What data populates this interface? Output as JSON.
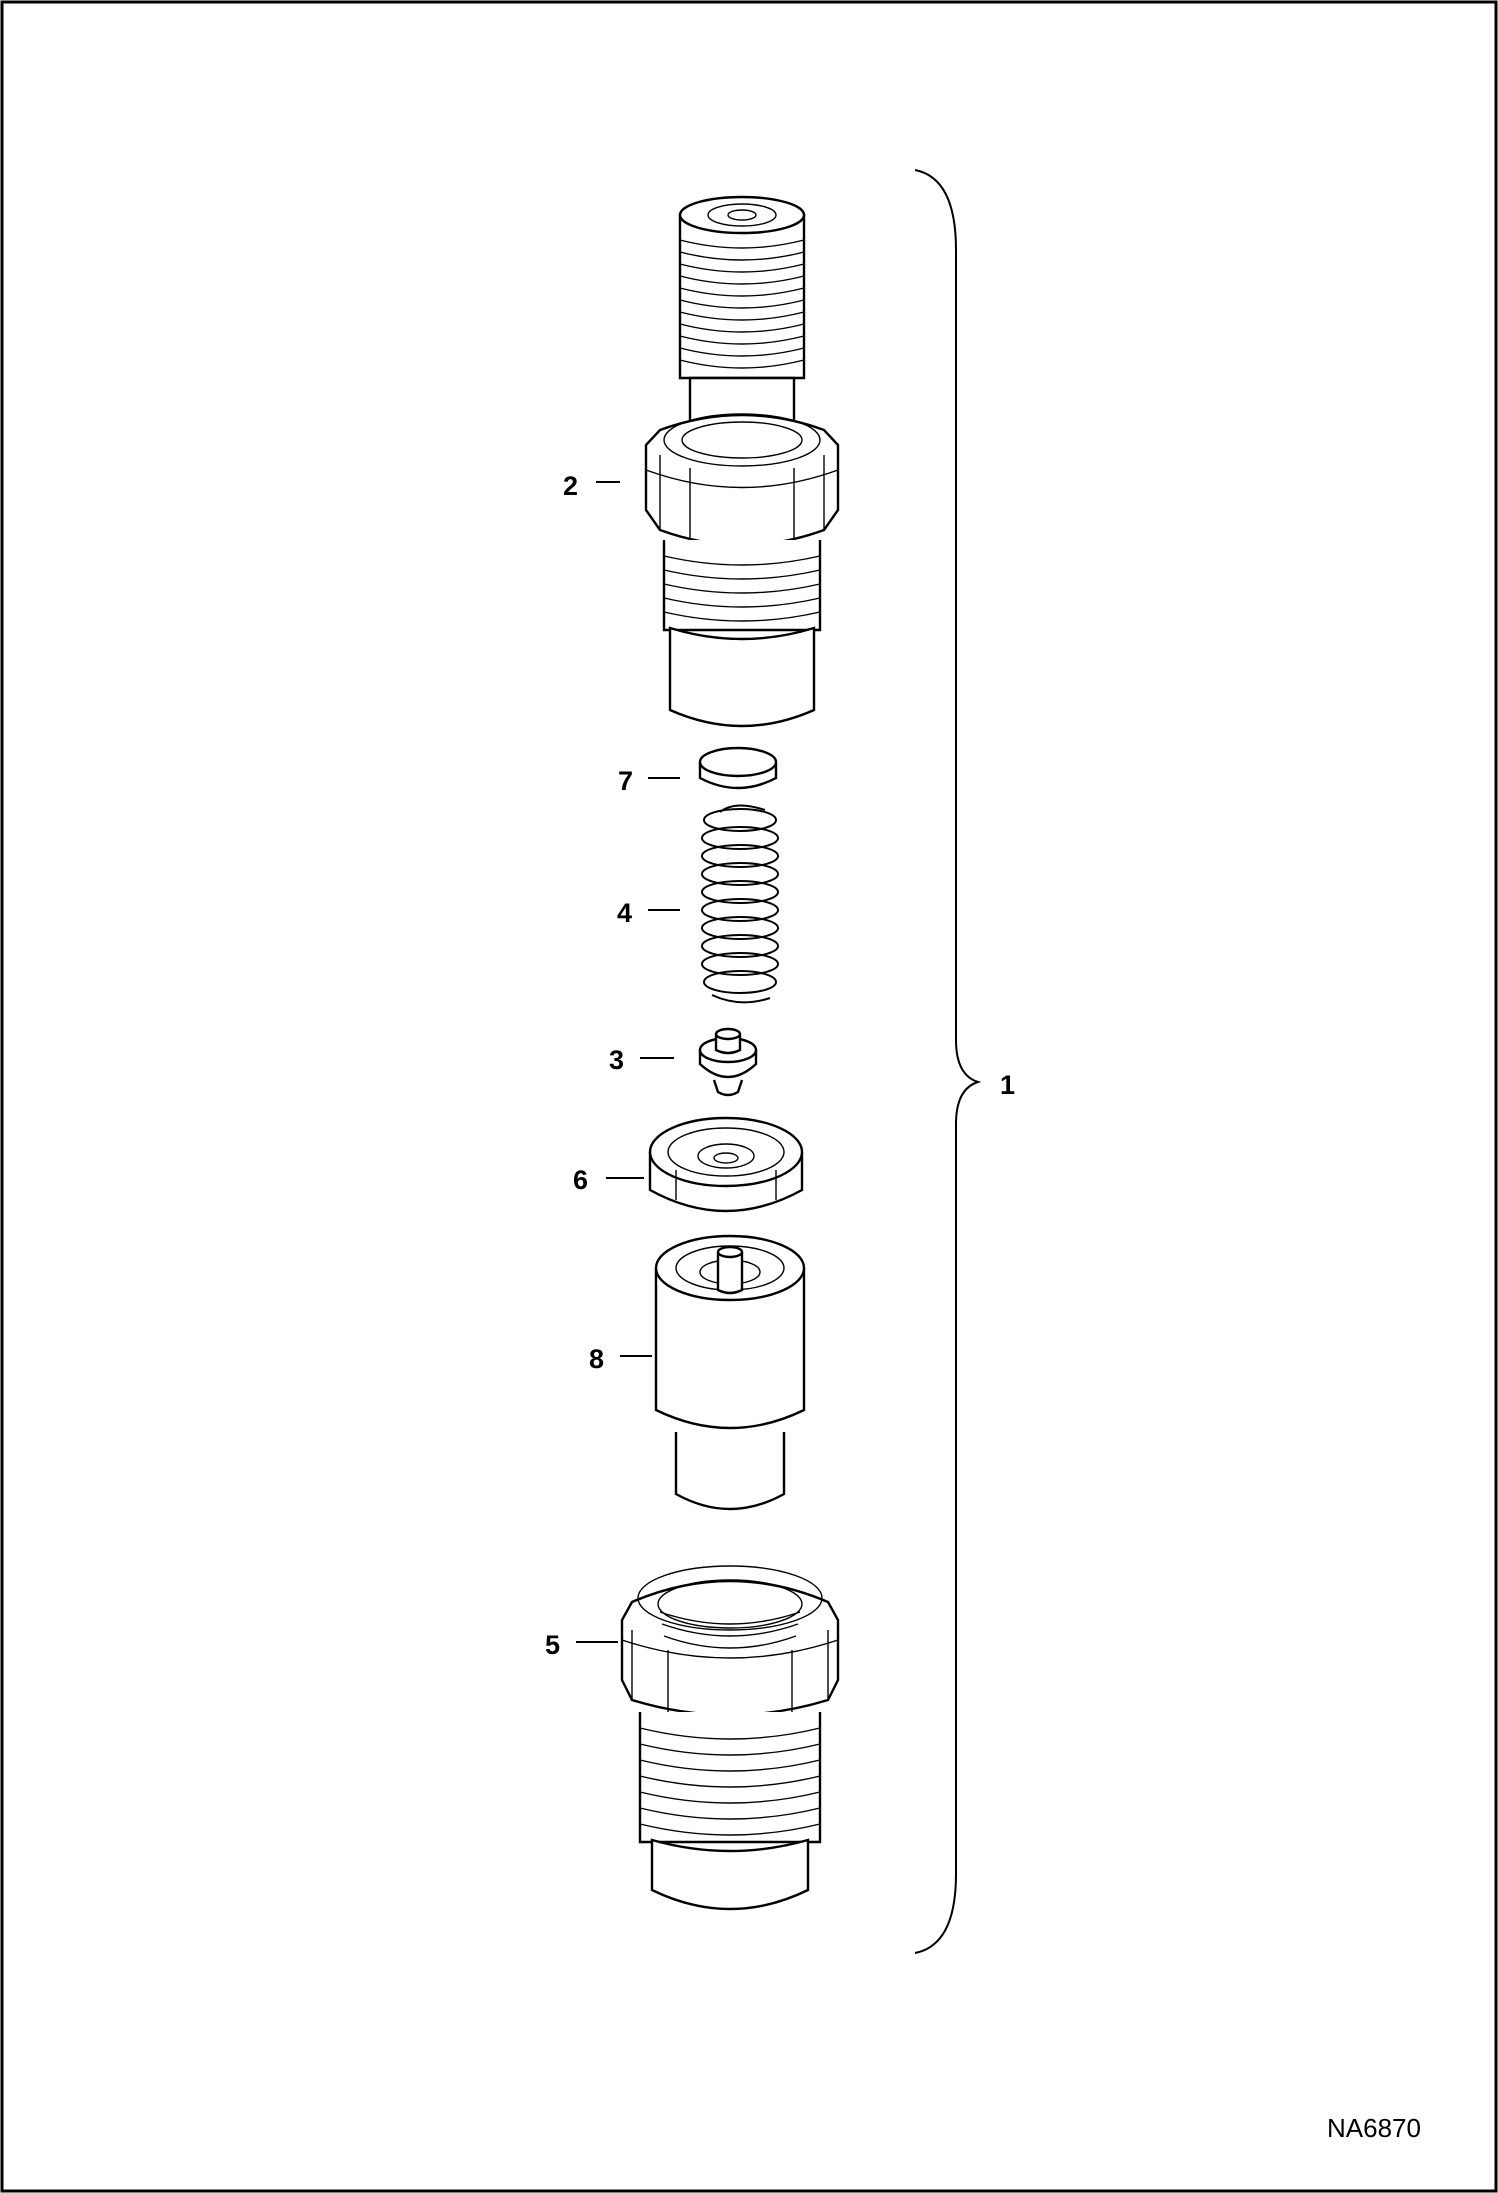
{
  "figure_id": "NA6870",
  "callouts": {
    "assembly": "1",
    "body": "2",
    "valve": "3",
    "spring": "4",
    "nut": "5",
    "spacer": "6",
    "shim": "7",
    "nozzle": "8"
  }
}
